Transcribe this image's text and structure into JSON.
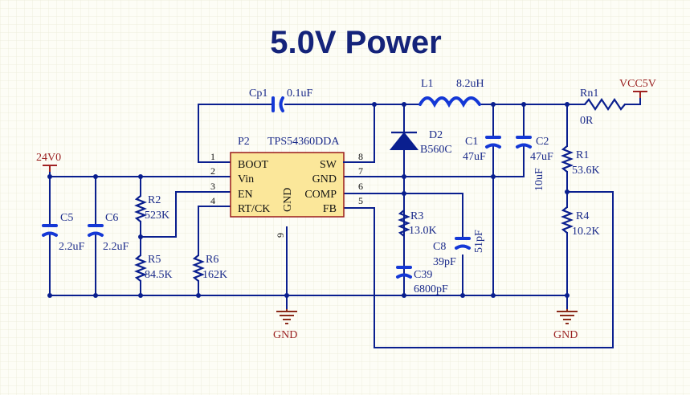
{
  "title": "5.0V Power",
  "ic": {
    "ref": "P2",
    "part": "TPS54360DDA",
    "pins_left": [
      {
        "num": "1",
        "name": "BOOT"
      },
      {
        "num": "2",
        "name": "Vin"
      },
      {
        "num": "3",
        "name": "EN"
      },
      {
        "num": "4",
        "name": "RT/CK"
      }
    ],
    "pins_right": [
      {
        "num": "8",
        "name": "SW"
      },
      {
        "num": "7",
        "name": "GND"
      },
      {
        "num": "6",
        "name": "COMP"
      },
      {
        "num": "5",
        "name": "FB"
      }
    ],
    "pin_bottom": {
      "num": "9",
      "name": "GND"
    }
  },
  "components": {
    "cp1": {
      "ref": "Cp1",
      "value": "0.1uF"
    },
    "l1": {
      "ref": "L1",
      "value": "8.2uH"
    },
    "rn1": {
      "ref": "Rn1",
      "value": "0R"
    },
    "d2": {
      "ref": "D2",
      "value": "B560C"
    },
    "c1": {
      "ref": "C1",
      "value": "47uF"
    },
    "c2": {
      "ref": "C2",
      "value": "47uF"
    },
    "c_extra": {
      "value": "10uF"
    },
    "r1": {
      "ref": "R1",
      "value": "53.6K"
    },
    "r4": {
      "ref": "R4",
      "value": "10.2K"
    },
    "c5": {
      "ref": "C5",
      "value": "2.2uF"
    },
    "c6": {
      "ref": "C6",
      "value": "2.2uF"
    },
    "r2": {
      "ref": "R2",
      "value": "523K"
    },
    "r5": {
      "ref": "R5",
      "value": "84.5K"
    },
    "r6": {
      "ref": "R6",
      "value": "162K"
    },
    "r3": {
      "ref": "R3",
      "value": "13.0K"
    },
    "c8": {
      "ref": "C8",
      "value": "39pF"
    },
    "c_comp": {
      "value": "51pF"
    },
    "c39": {
      "ref": "C39",
      "value": "6800pF"
    }
  },
  "nets": {
    "vin": "24V0",
    "vout": "VCC5V",
    "gnd_left": "GND",
    "gnd_right": "GND"
  },
  "colors": {
    "wire": "#0a1f8f",
    "ic_fill": "#fbe79a",
    "ic_border": "#9a1a1a",
    "net_label": "#9a1f1f",
    "background": "#fdfdf6"
  }
}
